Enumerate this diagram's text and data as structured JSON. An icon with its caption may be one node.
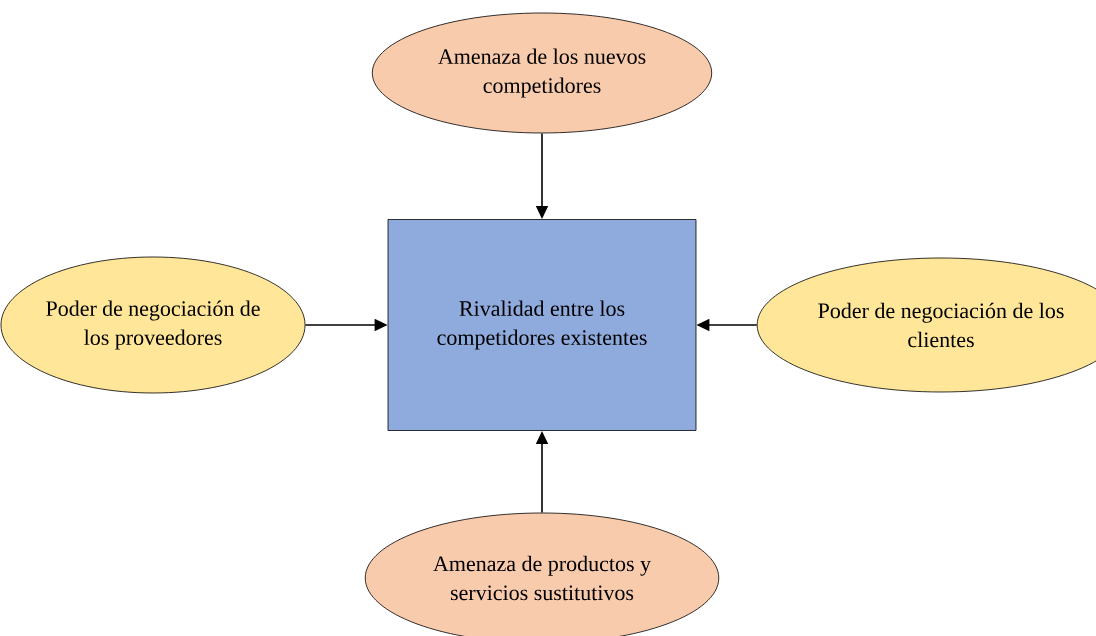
{
  "diagram": {
    "nodes": [
      {
        "text": [
          "Amenaza de los nuevos competidores"
        ]
      },
      {
        "text": [
          "Poder de negociación de los proveedores"
        ]
      },
      {
        "text": [
          "Rivalidad entre los competidores existentes"
        ]
      },
      {
        "text": [
          "Poder de negociación de los clientes"
        ]
      },
      {
        "text": [
          "Amenaza de productos y servicios sustitutivos"
        ]
      }
    ],
    "edges": [
      {
        "from": 0,
        "to": 2,
        "arrow": "to"
      },
      {
        "from": 1,
        "to": 2,
        "arrow": "to"
      },
      {
        "from": 3,
        "to": 2,
        "arrow": "to"
      },
      {
        "from": 4,
        "to": 2,
        "arrow": "to"
      }
    ]
  }
}
